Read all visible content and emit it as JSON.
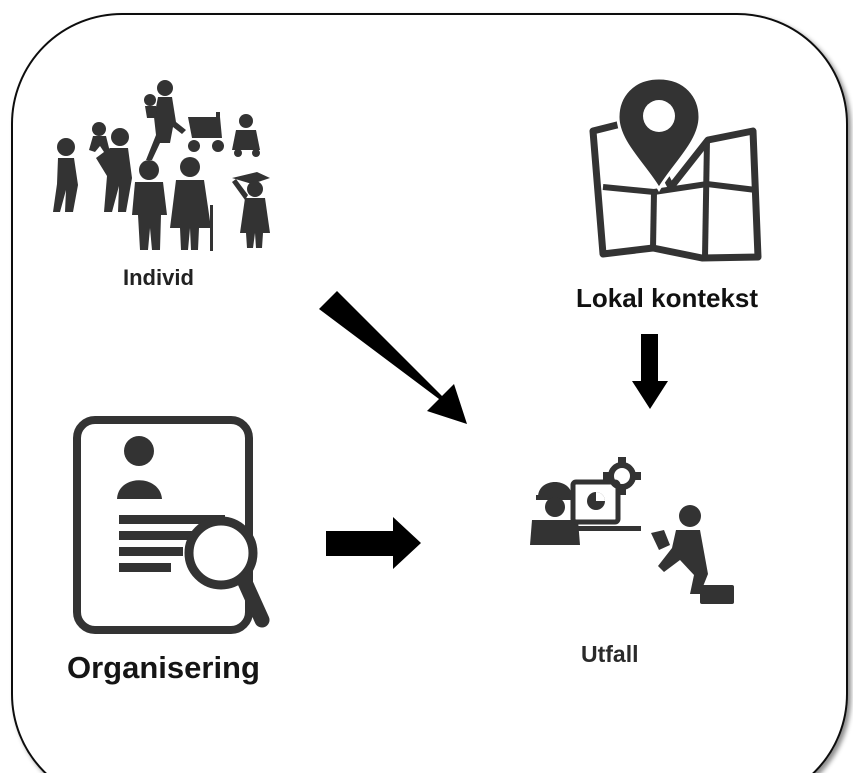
{
  "labels": {
    "individ": "Individ",
    "lokal_kontekst": "Lokal kontekst",
    "organisering": "Organisering",
    "utfall": "Utfall"
  },
  "icons": {
    "individ": "people-group-icon",
    "lokal_kontekst": "map-pin-icon",
    "organisering": "document-search-icon",
    "utfall": "outcome-icon"
  },
  "colors": {
    "icon": "#333333",
    "arrow": "#000000",
    "border": "#111111",
    "background": "#ffffff"
  }
}
